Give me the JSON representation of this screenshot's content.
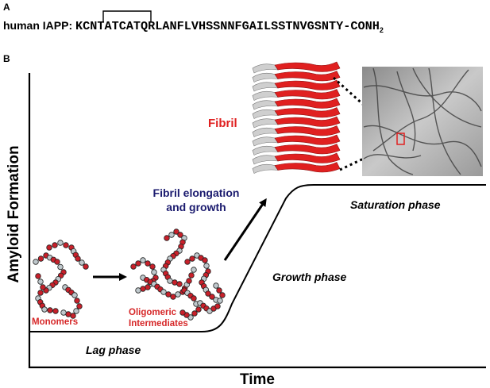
{
  "panel_a": {
    "label": "A",
    "prefix": "human IAPP: ",
    "sequence": "KCNTATCATQRLANFLVHSSNNFGAILSSTNVGSNTY-CONH",
    "subscript": "2"
  },
  "panel_b": {
    "label": "B",
    "y_axis_label": "Amyloid Formation",
    "x_axis_label": "Time",
    "fibril_label": "Fibril",
    "elongation_label_line1": "Fibril elongation",
    "elongation_label_line2": "and growth",
    "monomers_label": "Monomers",
    "oligomeric_label_line1": "Oligomeric",
    "oligomeric_label_line2": "Intermediates",
    "lag_phase": "Lag phase",
    "growth_phase": "Growth phase",
    "saturation_phase": "Saturation phase"
  },
  "colors": {
    "curve": "#000000",
    "fibril_red": "#e02020",
    "label_red": "#d62728",
    "navy": "#1a1a6e",
    "bead_red": "#c8202a",
    "bead_gray": "#bfc8cc"
  }
}
